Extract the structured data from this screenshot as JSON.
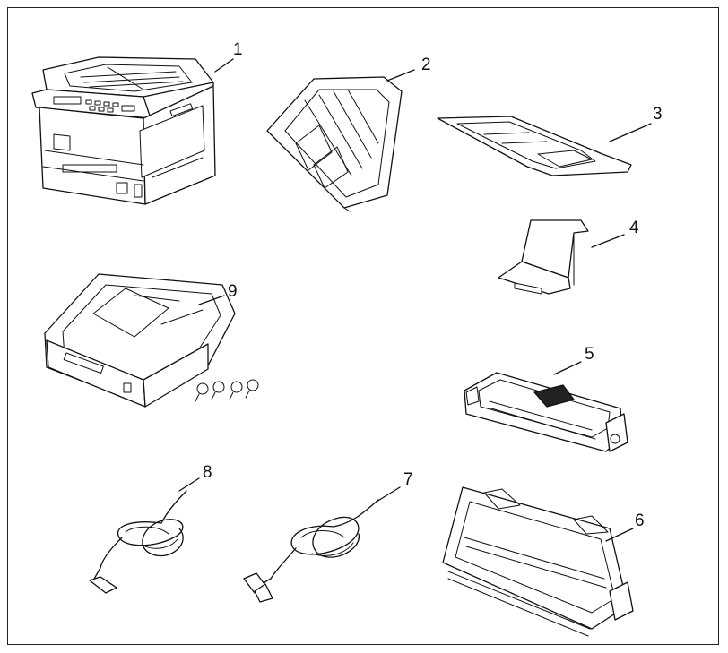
{
  "diagram": {
    "callouts": [
      {
        "id": "1",
        "label": "1"
      },
      {
        "id": "2",
        "label": "2"
      },
      {
        "id": "3",
        "label": "3"
      },
      {
        "id": "4",
        "label": "4"
      },
      {
        "id": "5",
        "label": "5"
      },
      {
        "id": "6",
        "label": "6"
      },
      {
        "id": "7",
        "label": "7"
      },
      {
        "id": "8",
        "label": "8"
      },
      {
        "id": "9",
        "label": "9"
      }
    ],
    "colors": {
      "line": "#111111",
      "background": "#ffffff"
    }
  }
}
